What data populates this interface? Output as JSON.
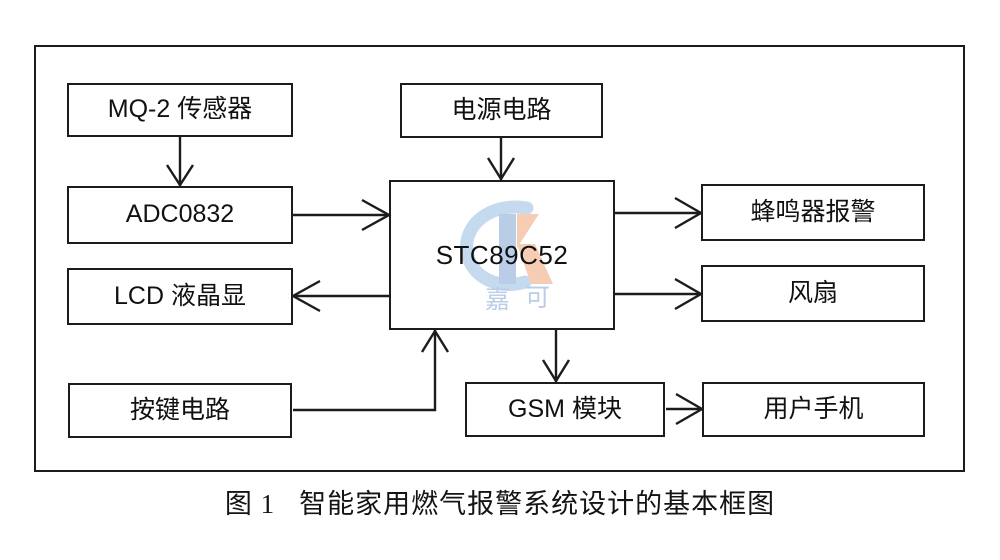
{
  "figure": {
    "caption_index": "图 1",
    "caption_text": "智能家用燃气报警系统设计的基本框图",
    "frame_color": "#1c1c1c",
    "background": "#ffffff"
  },
  "watermark": {
    "brand_text": "嘉可",
    "mark_letter": "K",
    "arc_color": "#c5d9ef",
    "k_left_color": "#b9cde6",
    "k_right_color": "#f6cdb4",
    "text_color": "#b9cde6"
  },
  "nodes": [
    {
      "id": "mq2",
      "label": "MQ-2 传感器"
    },
    {
      "id": "adc0832",
      "label": "ADC0832"
    },
    {
      "id": "lcd",
      "label": "LCD 液晶显"
    },
    {
      "id": "keypad",
      "label": "按键电路"
    },
    {
      "id": "power",
      "label": "电源电路"
    },
    {
      "id": "mcu",
      "label": "STC89C52"
    },
    {
      "id": "gsm",
      "label": "GSM 模块"
    },
    {
      "id": "buzzer",
      "label": "蜂鸣器报警"
    },
    {
      "id": "fan",
      "label": "风扇"
    },
    {
      "id": "phone",
      "label": "用户手机"
    }
  ],
  "connections": [
    {
      "from": "mq2",
      "to": "adc0832",
      "direction": "down",
      "arrow": true
    },
    {
      "from": "adc0832",
      "to": "mcu",
      "direction": "right",
      "arrow": true
    },
    {
      "from": "power",
      "to": "mcu",
      "direction": "down",
      "arrow": true
    },
    {
      "from": "mcu",
      "to": "lcd",
      "direction": "left",
      "arrow": true
    },
    {
      "from": "mcu",
      "to": "buzzer",
      "direction": "right",
      "arrow": true
    },
    {
      "from": "mcu",
      "to": "fan",
      "direction": "right",
      "arrow": true
    },
    {
      "from": "mcu",
      "to": "gsm",
      "direction": "down",
      "arrow": true
    },
    {
      "from": "keypad",
      "to": "mcu",
      "direction": "up",
      "arrow": true
    },
    {
      "from": "gsm",
      "to": "phone",
      "direction": "right",
      "arrow": true
    }
  ]
}
